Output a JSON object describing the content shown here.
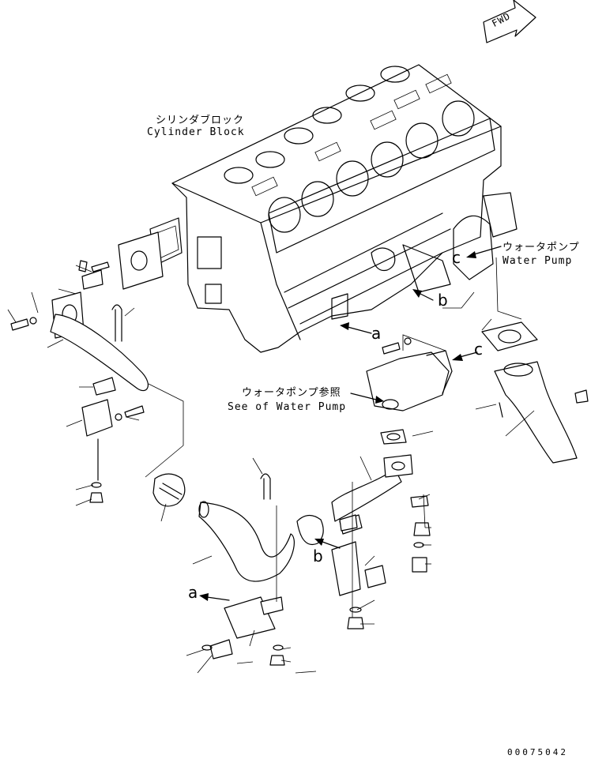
{
  "labels": {
    "cylinder_block_jp": "シリンダブロック",
    "cylinder_block_en": "Cylinder Block",
    "water_pump_jp": "ウォータポンプ",
    "water_pump_en": "Water Pump",
    "see_water_pump_jp": "ウォータポンプ参照",
    "see_water_pump_en": "See of Water Pump",
    "fwd": "FWD"
  },
  "refs": {
    "a": "a",
    "b": "b",
    "c": "c"
  },
  "doc_number": "00075042"
}
